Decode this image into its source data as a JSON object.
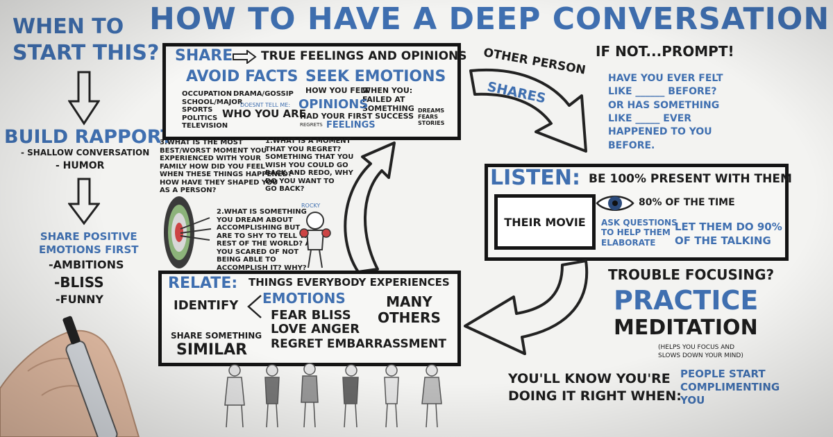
{
  "title": "HOW TO HAVE A DEEP CONVERSATION",
  "left": {
    "when_line1": "WHEN TO",
    "when_line2": "START THIS?",
    "build_rapport": "BUILD RAPPORT",
    "rapport_items": [
      "- SHALLOW CONVERSATION",
      "- HUMOR"
    ],
    "share_positive": "SHARE POSITIVE\nEMOTIONS FIRST",
    "emotion_items": [
      "-AMBITIONS",
      "-BLISS",
      "-FUNNY"
    ]
  },
  "share_box": {
    "share_label": "SHARE",
    "share_text": "TRUE FEELINGS AND OPINIONS",
    "avoid_facts": "AVOID FACTS",
    "fact_list": "OCCUPATION\nSCHOOL/MAJOR\nSPORTS\nPOLITICS\nTELEVISION",
    "drama": "DRAMA/GOSSIP",
    "doesnt_tell": "DOESNT TELL ME:",
    "who_you_are": "WHO YOU ARE",
    "seek_emotions": "SEEK EMOTIONS",
    "how_you_felt": "HOW YOU FELT",
    "when_you": "WHEN YOU:",
    "failed": "FAILED AT\nSOMETHING",
    "opinions": "OPINIONS",
    "first_success": "HAD YOUR FIRST SUCCESS",
    "feelings": "FEELINGS",
    "regrets": "REGRETS",
    "dreams": "DREAMS\nFEARS\nSTORIES"
  },
  "questions": {
    "q3": "3.WHAT IS THE MOST\nBEST/WORST MOMENT YOU\nEXPERIENCED WITH YOUR\nFAMILY HOW DID YOU FEEL\nWHEN THESE THINGS HAPPENED?\nHOW HAVE THEY SHAPED YOU\nAS A PERSON?",
    "q1": "1.WHAT IS A MOMENT\nTHAT YOU REGRET?\nSOMETHING THAT YOU\nWISH YOU COULD GO\nBACK AND REDO, WHY\nDO YOU WANT TO\nGO BACK?",
    "q2": "2.WHAT IS SOMETHING\nYOU DREAM ABOUT\nACCOMPLISHING BUT\nARE TO SHY TO TELL THE\nREST OF THE WORLD? ARE\nYOU SCARED OF NOT\nBEING ABLE TO\nACCOMPLISH IT? WHY?",
    "rocky": "ROCKY"
  },
  "relate_box": {
    "relate_label": "RELATE:",
    "relate_text": "THINGS EVERYBODY EXPERIENCES",
    "identify": "IDENTIFY",
    "emotions": "EMOTIONS",
    "emotion_line1": "FEAR  BLISS",
    "emotion_line2": "LOVE  ANGER",
    "emotion_line3": "REGRET  EMBARRASSMENT",
    "many_others": "MANY\nOTHERS",
    "share_something": "SHARE SOMETHING",
    "similar": "SIMILAR"
  },
  "right": {
    "other_person": "OTHER PERSON",
    "shares": "SHARES",
    "if_not": "IF NOT...PROMPT!",
    "prompt": "HAVE YOU EVER FELT\nLIKE ______ BEFORE?\nOR HAS SOMETHING\nLIKE _____ EVER\nHAPPENED TO YOU\nBEFORE."
  },
  "listen_box": {
    "listen_label": "LISTEN:",
    "listen_text": "BE 100% PRESENT WITH THEM",
    "their_movie": "THEIR MOVIE",
    "eighty": "80% OF THE TIME",
    "ask_questions": "ASK QUESTIONS\nTO HELP THEM\nELABORATE",
    "let_them": "LET THEM DO 90%\nOF THE TALKING"
  },
  "focus": {
    "trouble": "TROUBLE FOCUSING?",
    "practice": "PRACTICE",
    "meditation": "MEDITATION",
    "helps": "(HELPS YOU FOCUS AND\nSLOWS DOWN YOUR MIND)"
  },
  "bottom_right": {
    "youll_know": "YOU'LL KNOW YOU'RE\nDOING IT RIGHT WHEN:",
    "people_start": "PEOPLE START\nCOMPLIMENTING\nYOU"
  },
  "colors": {
    "accent_blue": "#3f6fb0",
    "ink": "#141414"
  }
}
